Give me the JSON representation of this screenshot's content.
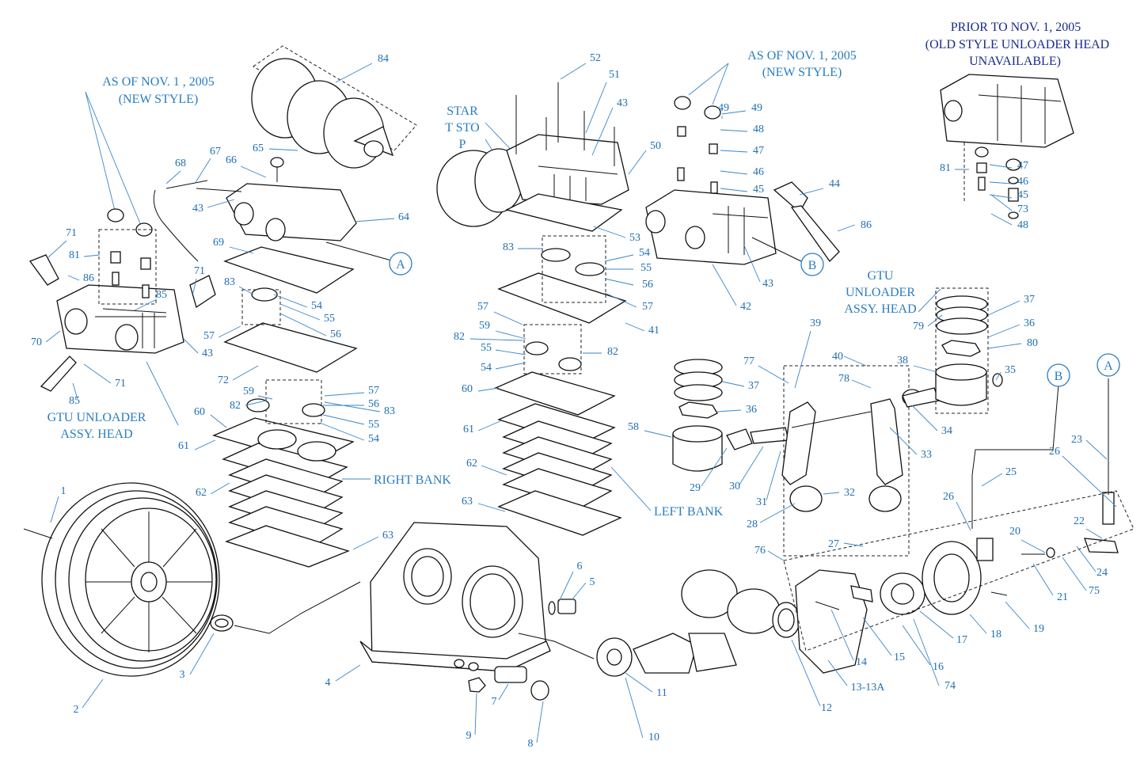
{
  "headings": {
    "prior_line1": "PRIOR TO NOV. 1, 2005",
    "prior_line2": "(OLD STYLE UNLOADER HEAD",
    "prior_line3": "UNAVAILABLE)",
    "asof_left_line1": "AS OF NOV. 1 , 2005",
    "asof_left_line2": "(NEW STYLE)",
    "asof_right_line1": "AS OF NOV. 1, 2005",
    "asof_right_line2": "(NEW STYLE)",
    "start_stop_line1": "STAR",
    "start_stop_line2": "T STO",
    "start_stop_line3": "P",
    "gtu_left_line1": "GTU UNLOADER",
    "gtu_left_line2": "ASSY. HEAD",
    "gtu_right_line1": "GTU",
    "gtu_right_line2": "UNLOADER",
    "gtu_right_line3": "ASSY. HEAD",
    "right_bank": "RIGHT BANK",
    "left_bank": "LEFT BANK"
  },
  "connectors": {
    "a": "A",
    "b": "B"
  },
  "parts": [
    "1",
    "2",
    "3",
    "4",
    "5",
    "6",
    "7",
    "8",
    "9",
    "10",
    "11",
    "12",
    "13-13A",
    "14",
    "15",
    "16",
    "17",
    "18",
    "19",
    "20",
    "21",
    "22",
    "23",
    "24",
    "25",
    "26",
    "27",
    "28",
    "29",
    "30",
    "31",
    "32",
    "33",
    "34",
    "35",
    "36",
    "37",
    "38",
    "39",
    "40",
    "41",
    "42",
    "43",
    "44",
    "45",
    "46",
    "47",
    "48",
    "49",
    "50",
    "51",
    "52",
    "53",
    "54",
    "55",
    "56",
    "57",
    "58",
    "59",
    "60",
    "61",
    "62",
    "63",
    "64",
    "65",
    "66",
    "67",
    "68",
    "69",
    "70",
    "71",
    "72",
    "73",
    "74",
    "75",
    "76",
    "77",
    "78",
    "79",
    "80",
    "81",
    "82",
    "83",
    "84",
    "85",
    "86"
  ],
  "colors": {
    "label_blue": "#2a7dc0",
    "heading_navy": "#1a2a8a",
    "line_black": "#111111"
  }
}
